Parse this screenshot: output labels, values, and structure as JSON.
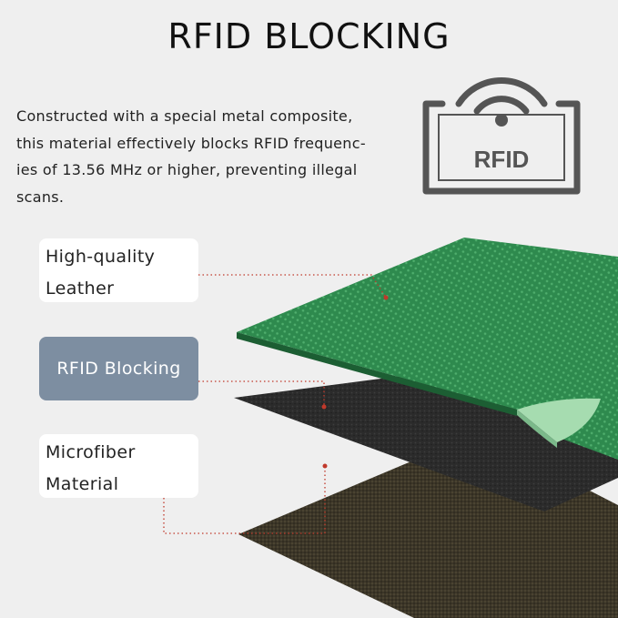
{
  "title": "RFID BLOCKING",
  "description_lines": [
    "Constructed with a special metal composite,",
    "this material effectively blocks RFID frequenc-",
    "ies of 13.56 MHz or higher, preventing illegal",
    "scans."
  ],
  "logo_text": "RFID",
  "labels": {
    "leather": [
      "High-quality",
      "Leather"
    ],
    "rfid": "RFID Blocking",
    "microfiber": [
      "Microfiber",
      "Material"
    ]
  },
  "colors": {
    "background": "#efefef",
    "leather": "#2e8a4e",
    "rfid_layer": "#2b2b2b",
    "microfiber": "#3c3628",
    "accent_box": "#7d8ea1",
    "connector": "#c0392b"
  }
}
